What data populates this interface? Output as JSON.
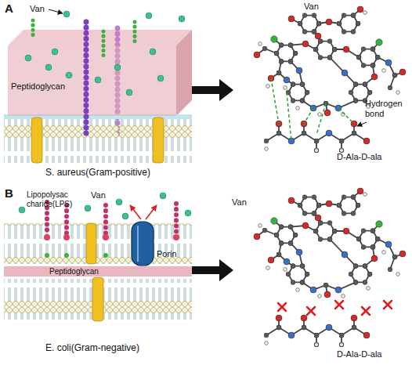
{
  "diagram": {
    "nodes": [
      {
        "text": [
          "Peptidoglycan"
        ]
      },
      {
        "text": [
          "Peptidoglycan"
        ]
      }
    ],
    "labels": [
      "A",
      "Van",
      "S. aureus(Gram-positive)",
      "Van",
      "Hydrogen bond",
      "D-Ala-D-ala",
      "B",
      "Lipopolysac charide(LPS)",
      "Van",
      "Porin",
      "E. coli(Gram-negative)",
      "Van",
      "D-Ala-D-ala"
    ]
  }
}
